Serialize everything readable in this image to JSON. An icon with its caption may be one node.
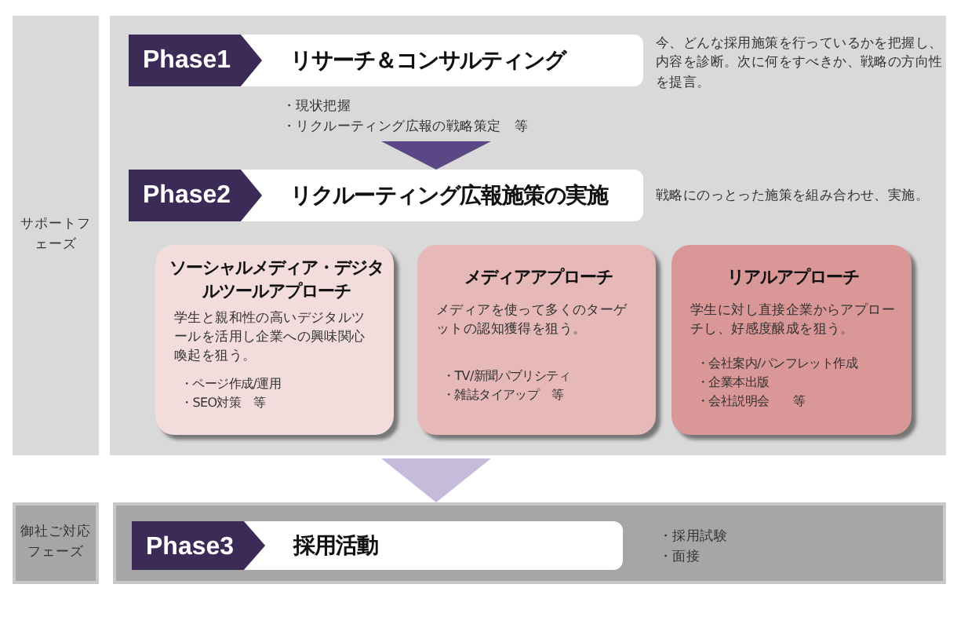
{
  "diagram": {
    "nodes": [
      {
        "text": [
          "サポートフェーズ"
        ]
      },
      {
        "text": [],
        "shape": "box"
      },
      {
        "text": [
          "Phase1",
          "リサーチ＆コンサルティング"
        ],
        "beside": [
          "今、どんな採用施策を行っているかを把握し、内容を診断。次に何をすべきか、戦略の方向性を提言。",
          "・現状把握",
          "・リクルーティング広報の戦略策定　等"
        ],
        "in": 1
      },
      {
        "text": [
          "Phase2",
          "リクルーティング広報施策の実施"
        ],
        "beside": [
          "戦略にのっとった施策を組み合わせ、実施。"
        ],
        "in": 1
      },
      {
        "text": [
          "ソーシャルメディア・デジタルツールアプローチ",
          "学生と親和性の高いデジタルツールを活用し企業への興味関心喚起を狙う。",
          "・ページ作成/運用",
          "・SEO対策　等"
        ],
        "in": 1
      },
      {
        "text": [
          "メディアアプローチ",
          "メディアを使って多くのターゲットの認知獲得を狙う。",
          "・TV/新聞パブリシティ",
          "・雑誌タイアップ　等"
        ],
        "in": 1
      },
      {
        "text": [
          "リアルアプローチ",
          "学生に対し直接企業からアプローチし、好感度醸成を狙う。",
          "・会社案内/パンフレット作成",
          "・企業本出版",
          "・会社説明会　　等"
        ],
        "in": 1
      },
      {
        "text": [
          "御社ご対応フェーズ"
        ]
      },
      {
        "text": [],
        "shape": "box"
      },
      {
        "text": [
          "Phase3",
          "採用活動"
        ],
        "beside": [
          "・採用試験",
          "・面接"
        ],
        "in": 8
      }
    ],
    "edges": [
      {
        "from": 2,
        "to": 3,
        "arrow": "to",
        "color": "#5b4785"
      },
      {
        "from": 1,
        "to": 8,
        "arrow": "to",
        "color": "#c6bbdb"
      }
    ]
  }
}
